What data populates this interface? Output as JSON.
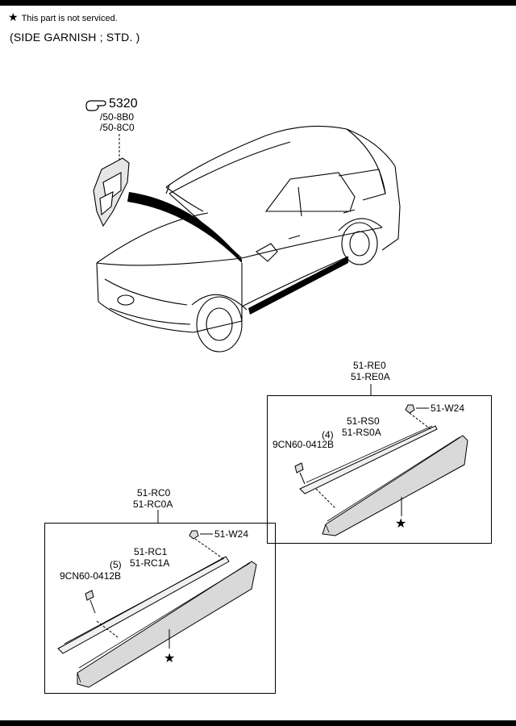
{
  "header": {
    "note_star": "★",
    "note_text": "This part is not serviced.",
    "subtitle": "(SIDE GARNISH ; STD. )"
  },
  "reference": {
    "icon": "pointing-hand-icon",
    "section": "5320",
    "ref1": "/50-8B0",
    "ref2": "/50-8C0"
  },
  "box_right": {
    "group1": "51-RE0",
    "group2": "51-RE0A",
    "clip": "51-W24",
    "molding1": "51-RS0",
    "molding2": "51-RS0A",
    "qty": "(4)",
    "screw": "9CN60-0412B",
    "star": "★"
  },
  "box_left": {
    "group1": "51-RC0",
    "group2": "51-RC0A",
    "clip": "51-W24",
    "molding1": "51-RC1",
    "molding2": "51-RC1A",
    "qty": "(5)",
    "screw": "9CN60-0412B",
    "star": "★"
  }
}
